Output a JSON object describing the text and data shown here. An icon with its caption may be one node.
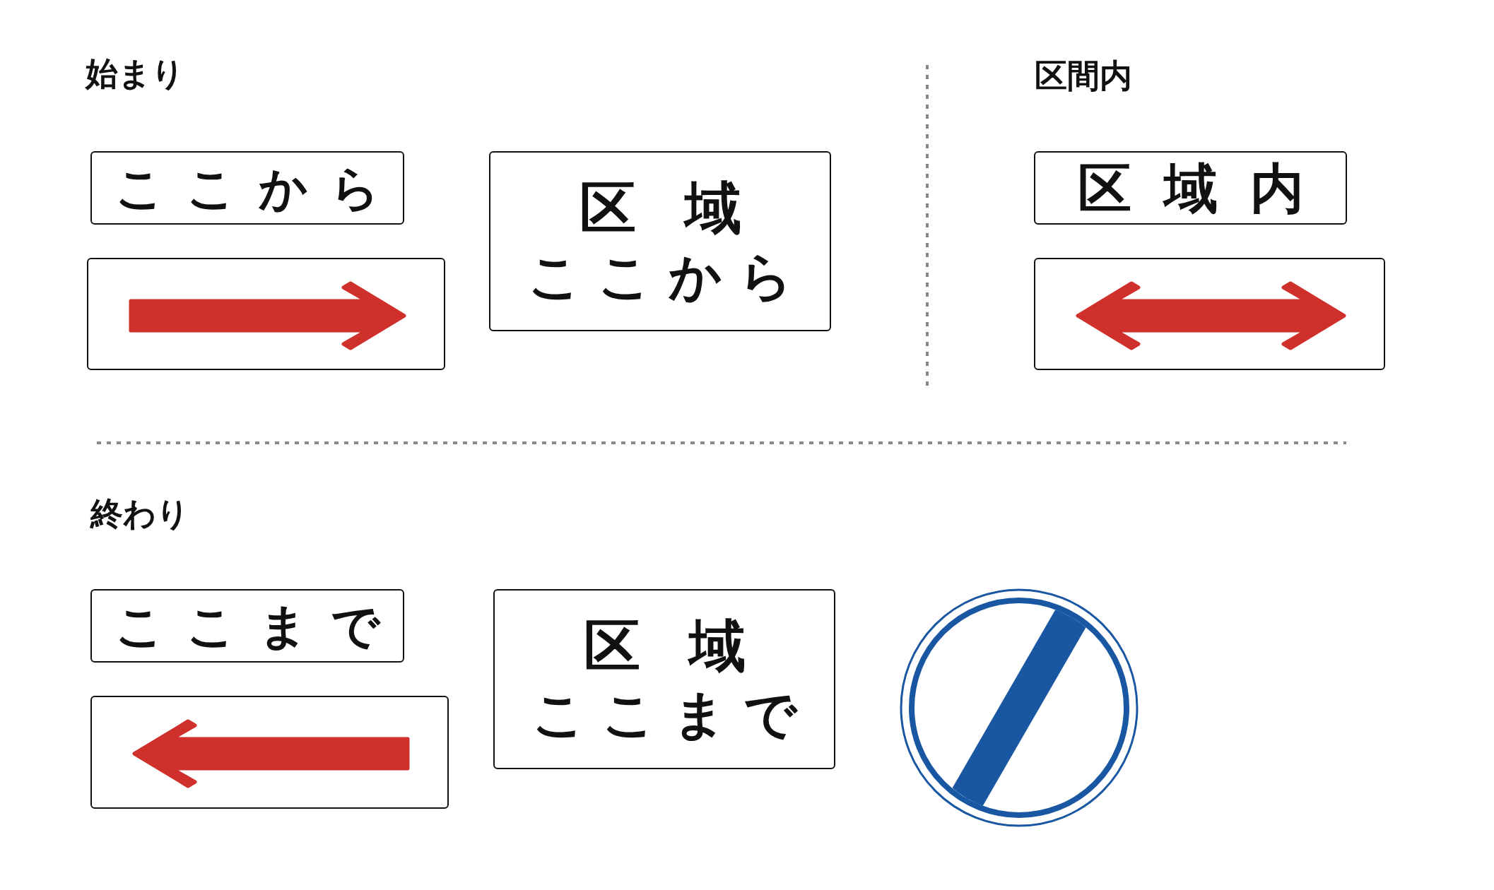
{
  "diagram": {
    "nodes": [
      {
        "text": [
          "ここから"
        ]
      },
      {
        "text": [],
        "shape": "box"
      },
      {
        "text": [
          "区域",
          "ここから"
        ]
      },
      {
        "text": [
          "区域内"
        ]
      },
      {
        "text": [],
        "shape": "box"
      },
      {
        "text": [
          "ここまで"
        ]
      },
      {
        "text": [],
        "shape": "box"
      },
      {
        "text": [
          "区域",
          "ここまで"
        ]
      },
      {
        "text": [],
        "shape": "circle"
      }
    ],
    "edges": [],
    "labels": [
      "始まり",
      "区間内",
      "終わり"
    ]
  }
}
